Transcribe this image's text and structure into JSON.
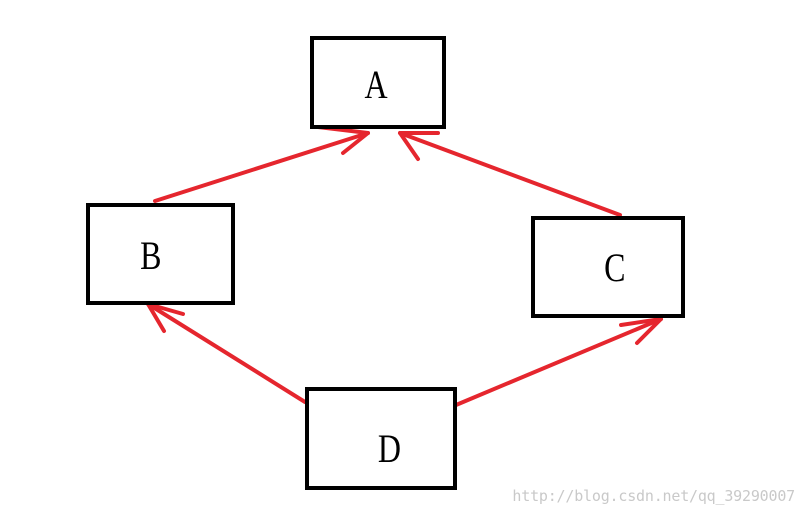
{
  "diagram": {
    "nodes": [
      {
        "id": "A",
        "label": "A"
      },
      {
        "id": "B",
        "label": "B"
      },
      {
        "id": "C",
        "label": "C"
      },
      {
        "id": "D",
        "label": "D"
      }
    ],
    "edges": [
      {
        "from": "B",
        "to": "A"
      },
      {
        "from": "C",
        "to": "A"
      },
      {
        "from": "D",
        "to": "B"
      },
      {
        "from": "D",
        "to": "C"
      }
    ],
    "colors": {
      "arrow": "#e5262e",
      "box_border": "#000000",
      "watermark": "#c9c9c9"
    }
  },
  "watermark": {
    "text": "http://blog.csdn.net/qq_39290007"
  }
}
